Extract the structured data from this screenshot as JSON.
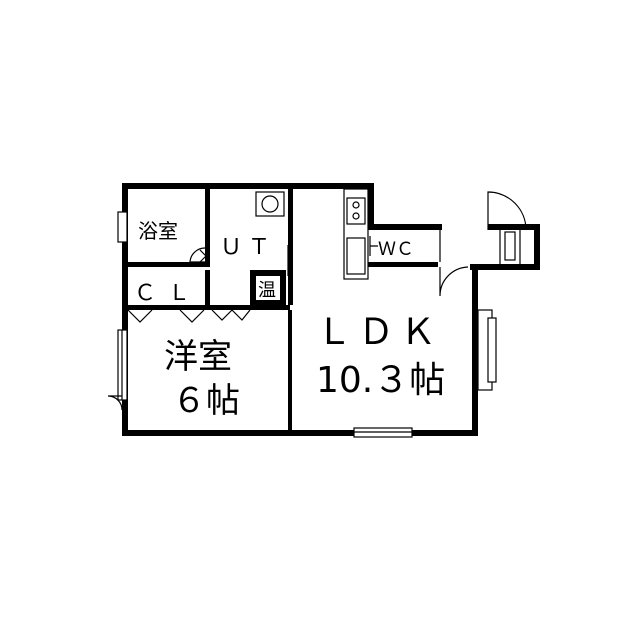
{
  "rooms": {
    "bath": "浴室",
    "ut": "ＵＴ",
    "cl": "ＣＬ",
    "wc": "ＷＣ",
    "heater": "温",
    "western_name": "洋室",
    "western_size": "６帖",
    "ldk_name": "ＬＤＫ",
    "ldk_size": "10.３帖"
  }
}
